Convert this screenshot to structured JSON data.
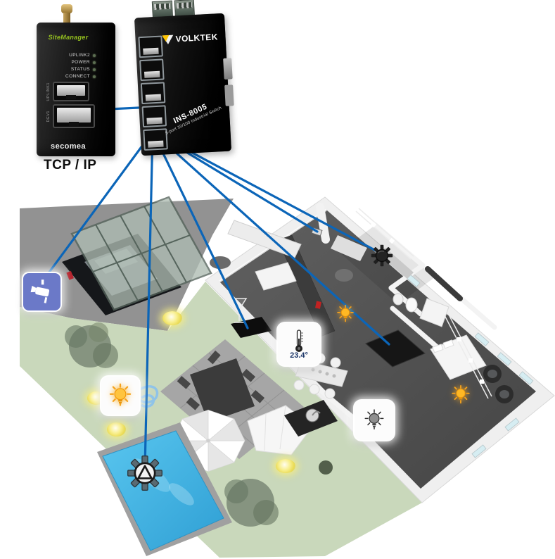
{
  "network": {
    "protocol_label": "TCP / IP",
    "line_color": "#0b65b8",
    "gateway": {
      "product_name": "SiteManager",
      "brand": "secomea",
      "led_labels": [
        "UPLINK2",
        "POWER",
        "STATUS",
        "CONNECT"
      ],
      "port_labels": [
        "UPLINK1",
        "DEV1"
      ]
    },
    "switch": {
      "brand": "VOLKTEK",
      "model": "INS-8005",
      "subtitle": "5-port 10/100 Industrial Switch",
      "port_count": 5
    },
    "connections": [
      "gateway-dev1-to-switch",
      "switch-to-security-camera",
      "switch-to-pool-pump",
      "switch-to-living-room-media",
      "switch-to-bedroom-tv-wall",
      "switch-to-wall-sensor",
      "switch-to-bathroom-fan"
    ]
  },
  "smart_home": {
    "temperature_reading": "23.4°",
    "device_icons": [
      "security-camera",
      "garden-light-on",
      "pool-pump",
      "temperature-sensor",
      "indoor-light-off",
      "hallway-ceiling-light-on",
      "bedroom-ceiling-light-on",
      "bathroom-fan"
    ]
  },
  "colors": {
    "connection_line": "#0b65b8",
    "camera_tile": "#6b79c8",
    "bulb_on": "#f6a21c",
    "garden": "#c9d8bb",
    "pool": "#45b7e8",
    "house_floor": "#4f4f4f"
  }
}
